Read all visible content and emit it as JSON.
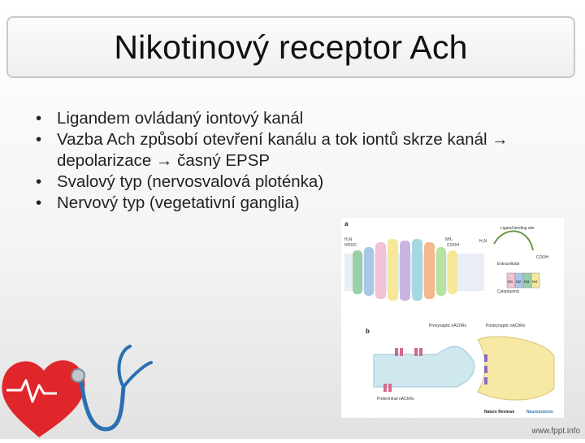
{
  "slide": {
    "title": "Nikotinový receptor Ach",
    "bullets": [
      "Ligandem ovládaný iontový kanál",
      "Vazba Ach způsobí otevření kanálu a tok iontů skrze kanál → depolarizace → časný EPSP",
      "Svalový typ (nervosvalová ploténka)",
      "Nervový typ (vegetativní ganglia)"
    ],
    "bullet_char": "•"
  },
  "figure": {
    "panel_a": "a",
    "panel_b": "b",
    "labels": {
      "h2n_left": "H₂N",
      "hooc_left": "HOOC",
      "nh2": "NH₂",
      "cooh": "COOH",
      "h2n_right": "H₂N",
      "ligand_site": "Ligand binding site",
      "cooh_right": "COOH",
      "extracellular": "Extracellular",
      "cytoplasmic": "Cytoplasmic",
      "m1": "M1",
      "m2": "M2",
      "m3": "M3",
      "m4": "M4",
      "presynaptic": "Presynaptic nAChRs",
      "postsynaptic": "Postsynaptic nAChRs",
      "preterminal": "Preterminal nAChRs",
      "credit_a": "Nature Reviews",
      "credit_b": "Neuroscience"
    }
  },
  "footer": {
    "site": "www.fppt.info"
  },
  "colors": {
    "heart": "#e0262b",
    "stethoscope": "#2a6fb3",
    "title_border": "#c8c8c8"
  }
}
